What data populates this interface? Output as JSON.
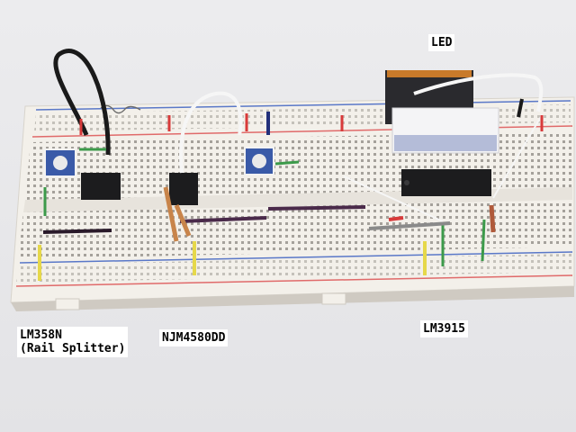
{
  "labels": {
    "led": "LED",
    "lm358n": "LM358N",
    "lm358n_note": "(Rail Splitter)",
    "njm": "NJM4580DD",
    "lm3915": "LM3915"
  },
  "photo": {
    "subject": "breadboard-circuit",
    "colors": {
      "background": "#e9e9eb",
      "board": "#f2efea",
      "rail_red": "#e04a4a",
      "rail_blue": "#5a78c8",
      "ic_body": "#1c1c1e",
      "led_housing": "#2a2a2e",
      "wire_white": "#f6f6f6",
      "wire_black": "#1a1a1a",
      "wire_red": "#d83a3a",
      "wire_green": "#3c9a4a",
      "wire_yellow": "#e6d84a",
      "wire_purple": "#4a2a4a",
      "trimmer_blue": "#3a5aa8"
    }
  }
}
